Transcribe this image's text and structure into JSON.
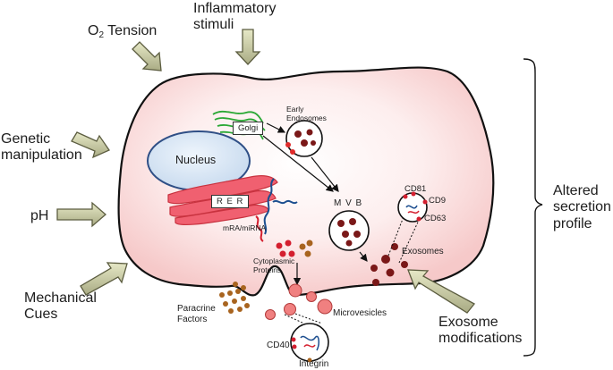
{
  "factors": {
    "inflammatory": "Inflammatory\nstimuli",
    "o2": "O",
    "o2_sub": "2",
    "o2_rest": " Tension",
    "genetic": "Genetic\nmanipulation",
    "ph": "pH",
    "mechanical": "Mechanical\nCues",
    "exosome_mod": "Exosome\nmodifications"
  },
  "outcome": "Altered\nsecretion\nprofile",
  "cell": {
    "nucleus": "Nucleus",
    "golgi": "Golgi",
    "rer": "R E R",
    "early_endosomes": "Early\nEndosomes",
    "mvb": "M V B",
    "mrna": "mRA/miRNA",
    "cytoplasmic": "Cytoplasmic\nProteins",
    "paracrine": "Paracrine\nFactors",
    "microvesicles": "Microvesicles",
    "cd40": "CD40",
    "integrin": "Integrin",
    "exosomes": "Exosomes",
    "cd81": "CD81",
    "cd9": "CD9",
    "cd63": "CD63"
  },
  "colors": {
    "cell_fill": "#fbe3e3",
    "nucleus_fill": "#d7e6f6",
    "nucleus_stroke": "#2f4f86",
    "golgi": "#2aa835",
    "rer": "#e8414f",
    "vesicle": "#7a1818",
    "microvesicle": "#f08080",
    "arrow": "#c9cba2"
  }
}
